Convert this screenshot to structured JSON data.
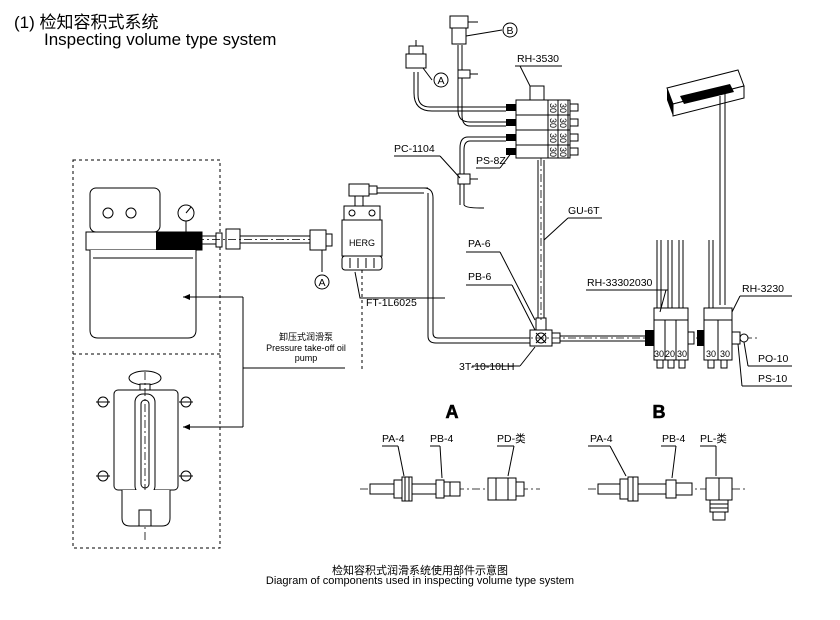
{
  "title": {
    "cn": "(1) 检知容积式系统",
    "en": "Inspecting volume type system"
  },
  "labels": {
    "rh3530": "RH-3530",
    "pc1104": "PC-1104",
    "ps8z": "PS-8Z",
    "gu6t": "GU-6T",
    "pa6": "PA-6",
    "pb6": "PB-6",
    "herg": "HERG",
    "ft": "FT-1L6025",
    "t3": "3T-10-10LH",
    "rh333": "RH-33302030",
    "rh3230": "RH-3230",
    "po10": "PO-10",
    "ps10": "PS-10",
    "pump_cn": "卸压式润滑泵",
    "pump_en1": "Pressure take-off oil",
    "pump_en2": "pump",
    "circle_a": "A",
    "circle_b": "B",
    "n30": "30",
    "n20": "20",
    "section_a": "A",
    "section_b": "B",
    "pa4": "PA-4",
    "pb4": "PB-4",
    "pd": "PD-类",
    "pl": "PL-类"
  },
  "caption": {
    "cn": "检知容积式润滑系统使用部件示意图",
    "en": "Diagram of components used in inspecting volume type system"
  }
}
